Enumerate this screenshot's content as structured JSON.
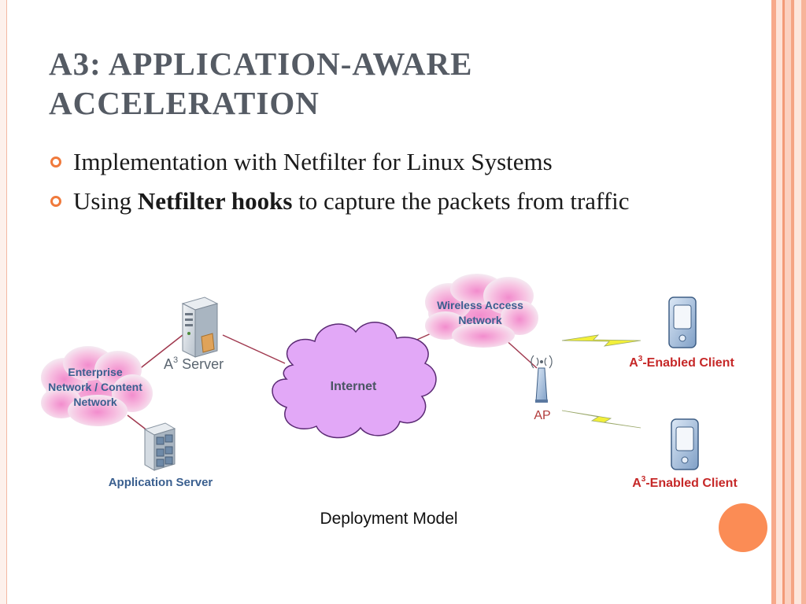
{
  "slide": {
    "title_line1": "A3: APPLICATION-AWARE",
    "title_line2": "ACCELERATION",
    "bullets": {
      "b1": "Implementation with Netfilter for Linux Systems",
      "b2_pre": "Using ",
      "b2_bold": "Netfilter hooks",
      "b2_post": " to capture the packets from traffic"
    },
    "caption": "Deployment Model"
  },
  "diagram": {
    "enterprise_line1": "Enterprise",
    "enterprise_line2": "Network / Content",
    "enterprise_line3": "Network",
    "a3_server_prefix": "A",
    "a3_server_sup": "3",
    "a3_server_suffix": " Server",
    "application_server": "Application Server",
    "internet": "Internet",
    "wireless_line1": "Wireless Access",
    "wireless_line2": "Network",
    "ap": "AP",
    "client_prefix": "A",
    "client_sup": "3",
    "client_suffix": "-Enabled Client"
  },
  "colors": {
    "accent_orange": "#f07a3c",
    "title_gray": "#555b64",
    "cloud_pink": "#f5b7d8",
    "internet_purple": "#e2a8f7",
    "link_line": "#a0394f",
    "label_red": "#c62828",
    "label_blue": "#3a5f8f"
  },
  "icons": {
    "bullet": "ring-bullet-icon",
    "server": "tower-server-icon",
    "rack": "rack-server-icon",
    "antenna": "wifi-antenna-icon",
    "pda": "pda-device-icon",
    "lightning": "wireless-bolt-icon"
  }
}
